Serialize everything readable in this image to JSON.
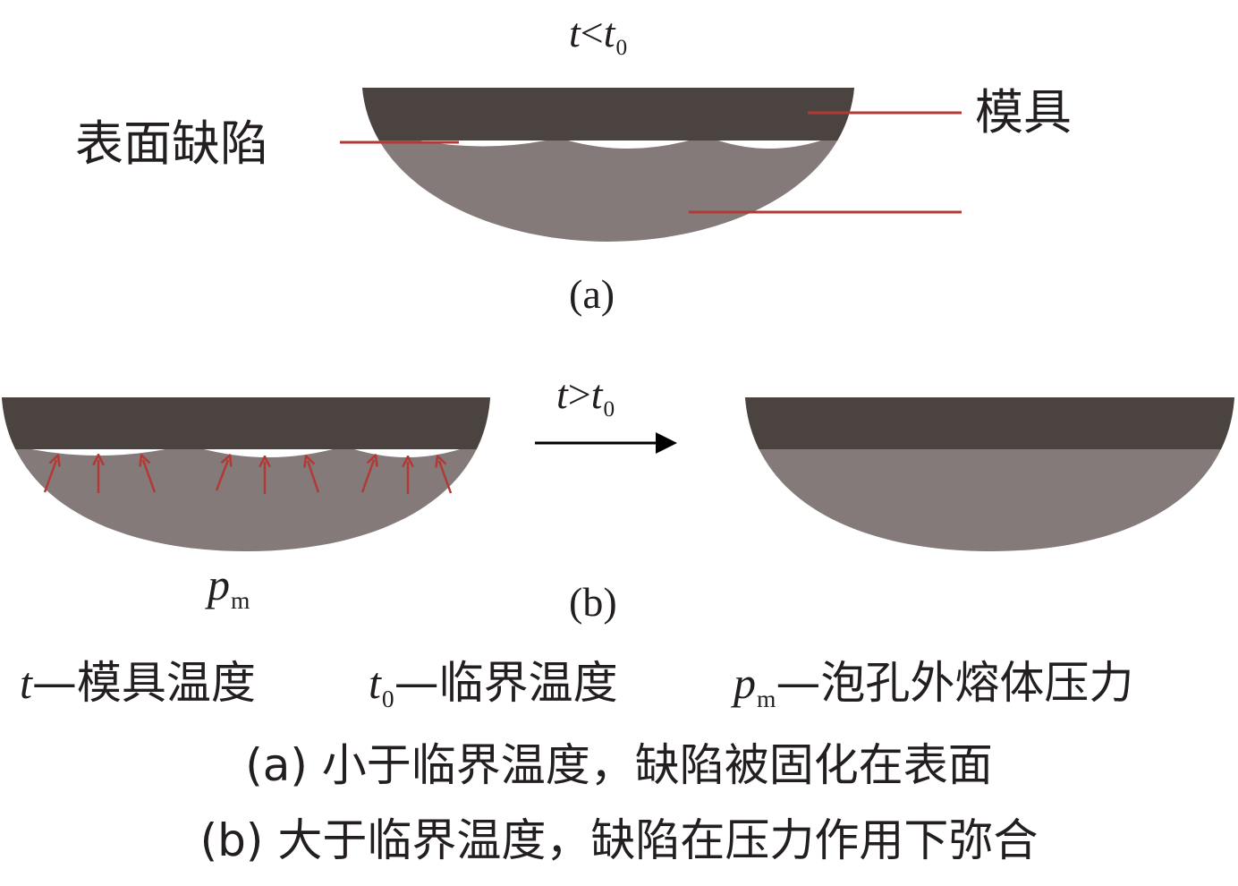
{
  "panel_a": {
    "condition": {
      "var": "t",
      "op": "<",
      "ref": "t",
      "ref_sub": "0"
    },
    "label_defect": "表面缺陷",
    "label_mold": "模具",
    "tag": "(a)"
  },
  "panel_b": {
    "condition": {
      "var": "t",
      "op": ">",
      "ref": "t",
      "ref_sub": "0"
    },
    "pressure": {
      "var": "p",
      "sub": "m"
    },
    "tag": "(b)"
  },
  "legend": {
    "t_var": "t",
    "t_desc": "—模具温度",
    "t0_var": "t",
    "t0_sub": "0",
    "t0_desc": "—临界温度",
    "pm_var": "p",
    "pm_sub": "m",
    "pm_desc": "—泡孔外熔体压力"
  },
  "caption": {
    "a": "(a) 小于临界温度，缺陷被固化在表面",
    "b": "(b) 大于临界温度，缺陷在压力作用下弥合"
  },
  "colors": {
    "mold": "#4a4340",
    "melt": "#847a79",
    "defect": "#ffffff",
    "leader": "#b23a36",
    "arrow": "#000000",
    "text": "#231f20"
  }
}
